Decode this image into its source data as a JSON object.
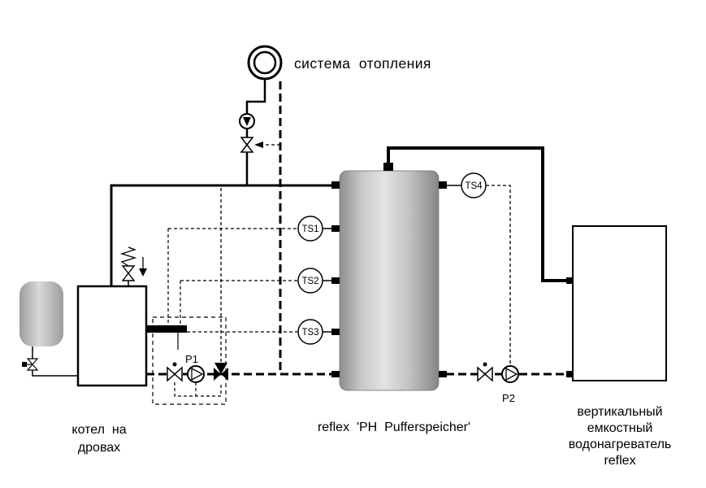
{
  "colors": {
    "background": "#ffffff",
    "line": "#000000",
    "tank_gray": "#c9c9c9"
  },
  "title": {
    "heating_system": "система  отопления"
  },
  "boiler": {
    "label_line1": "котел  на",
    "label_line2": "дровах"
  },
  "buffer_tank": {
    "label": "reflex  'PH  Pufferspeicher'"
  },
  "water_heater": {
    "label_line1": "вертикальный",
    "label_line2": "емкостный",
    "label_line3": "водонагреватель",
    "label_line4": "reflex"
  },
  "pumps": {
    "p1": "P1",
    "p2": "P2"
  },
  "sensors": {
    "ts1": "TS1",
    "ts2": "TS2",
    "ts3": "TS3",
    "ts4": "TS4"
  }
}
